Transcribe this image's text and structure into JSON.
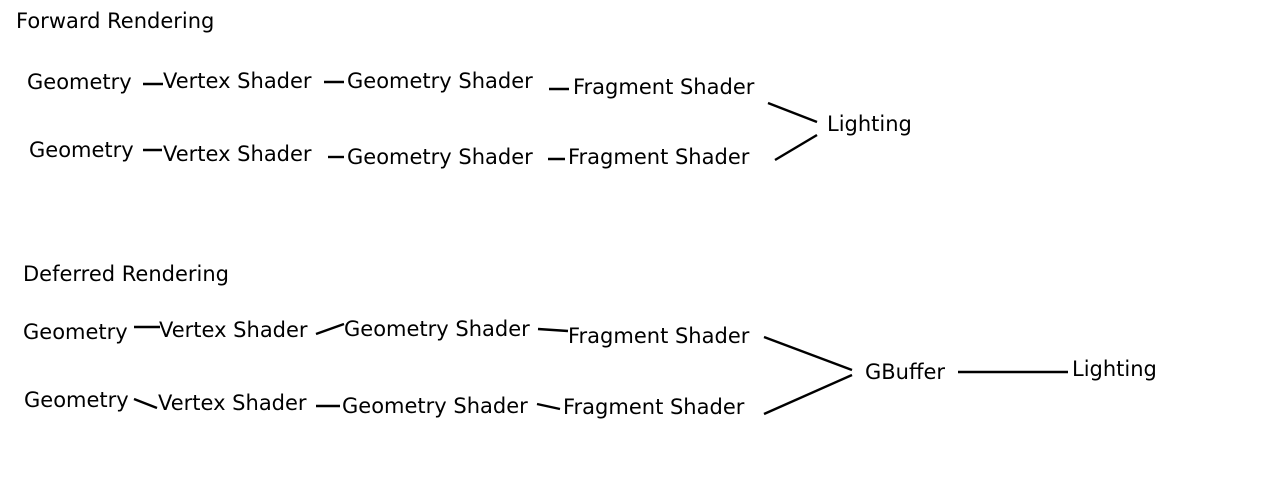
{
  "forward": {
    "title": "Forward Rendering",
    "pipeline_1": {
      "geometry": "Geometry",
      "vertex": "Vertex Shader",
      "geometry_shader": "Geometry Shader",
      "fragment": "Fragment Shader"
    },
    "pipeline_2": {
      "geometry": "Geometry",
      "vertex": "Vertex Shader",
      "geometry_shader": "Geometry Shader",
      "fragment": "Fragment Shader"
    },
    "lighting": "Lighting"
  },
  "deferred": {
    "title": "Deferred Rendering",
    "pipeline_1": {
      "geometry": "Geometry",
      "vertex": "Vertex Shader",
      "geometry_shader": "Geometry Shader",
      "fragment": "Fragment Shader"
    },
    "pipeline_2": {
      "geometry": "Geometry",
      "vertex": "Vertex Shader",
      "geometry_shader": "Geometry Shader",
      "fragment": "Fragment Shader"
    },
    "gbuffer": "GBuffer",
    "lighting": "Lighting"
  }
}
